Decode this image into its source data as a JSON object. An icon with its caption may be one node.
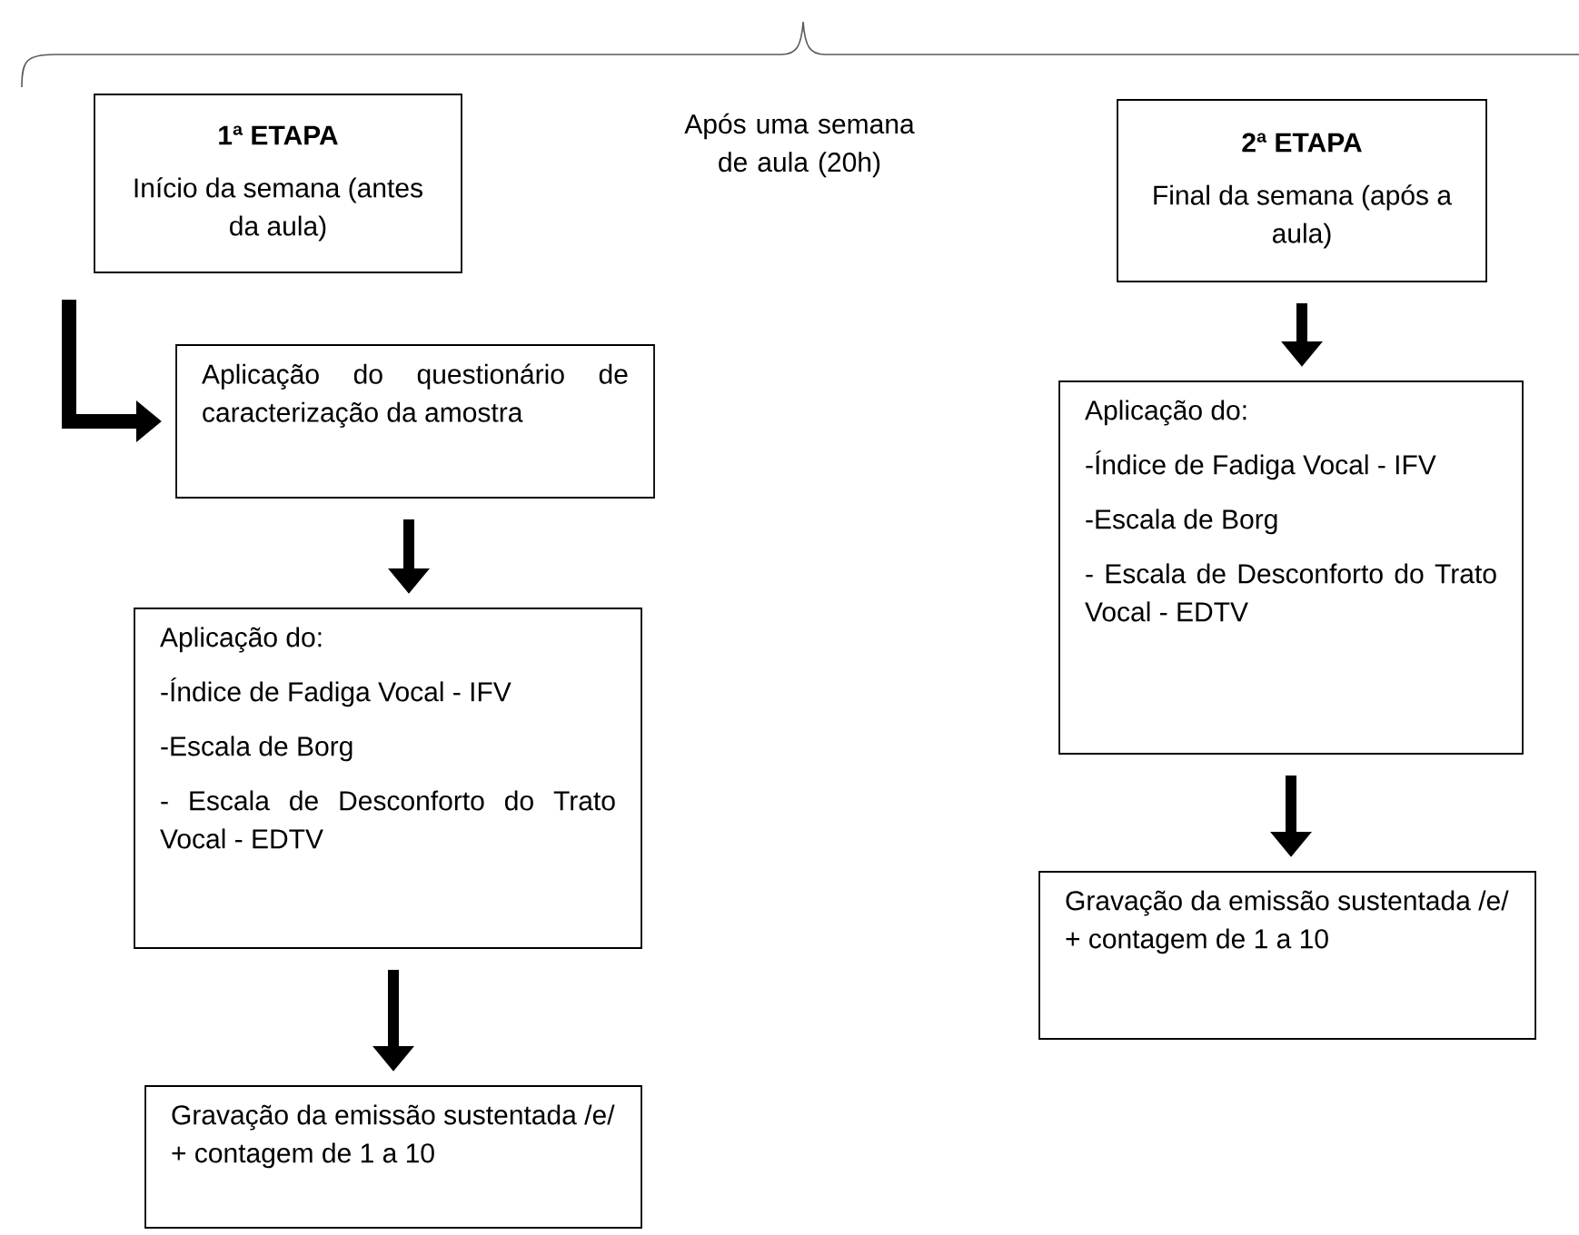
{
  "diagram": {
    "nodes": [
      {
        "text": [
          "1ª ETAPA",
          "Início da semana (antes da aula)"
        ]
      },
      {
        "text": [
          "Aplicação do questionário de caracterização da amostra"
        ]
      },
      {
        "text": [
          "Aplicação do:",
          "-Índice de Fadiga Vocal - IFV",
          "-Escala de Borg",
          "- Escala de Desconforto do Trato Vocal - EDTV"
        ]
      },
      {
        "text": [
          "Gravação da emissão sustentada /e/ + contagem de 1 a 10"
        ]
      },
      {
        "text": [
          "2ª ETAPA",
          "Final da semana (após a aula)"
        ]
      },
      {
        "text": [
          "Aplicação do:",
          "-Índice de Fadiga Vocal - IFV",
          "-Escala de Borg",
          "- Escala de Desconforto do Trato Vocal - EDTV"
        ]
      },
      {
        "text": [
          "Gravação da emissão sustentada /e/ + contagem de 1 a 10"
        ]
      }
    ],
    "edges": [
      {
        "from": 0,
        "to": 1,
        "arrow": "to"
      },
      {
        "from": 1,
        "to": 2,
        "arrow": "to"
      },
      {
        "from": 2,
        "to": 3,
        "arrow": "to"
      },
      {
        "from": 4,
        "to": 5,
        "arrow": "to"
      },
      {
        "from": 5,
        "to": 6,
        "arrow": "to"
      }
    ],
    "labels": [
      "Após uma semana de aula (20h)"
    ]
  }
}
